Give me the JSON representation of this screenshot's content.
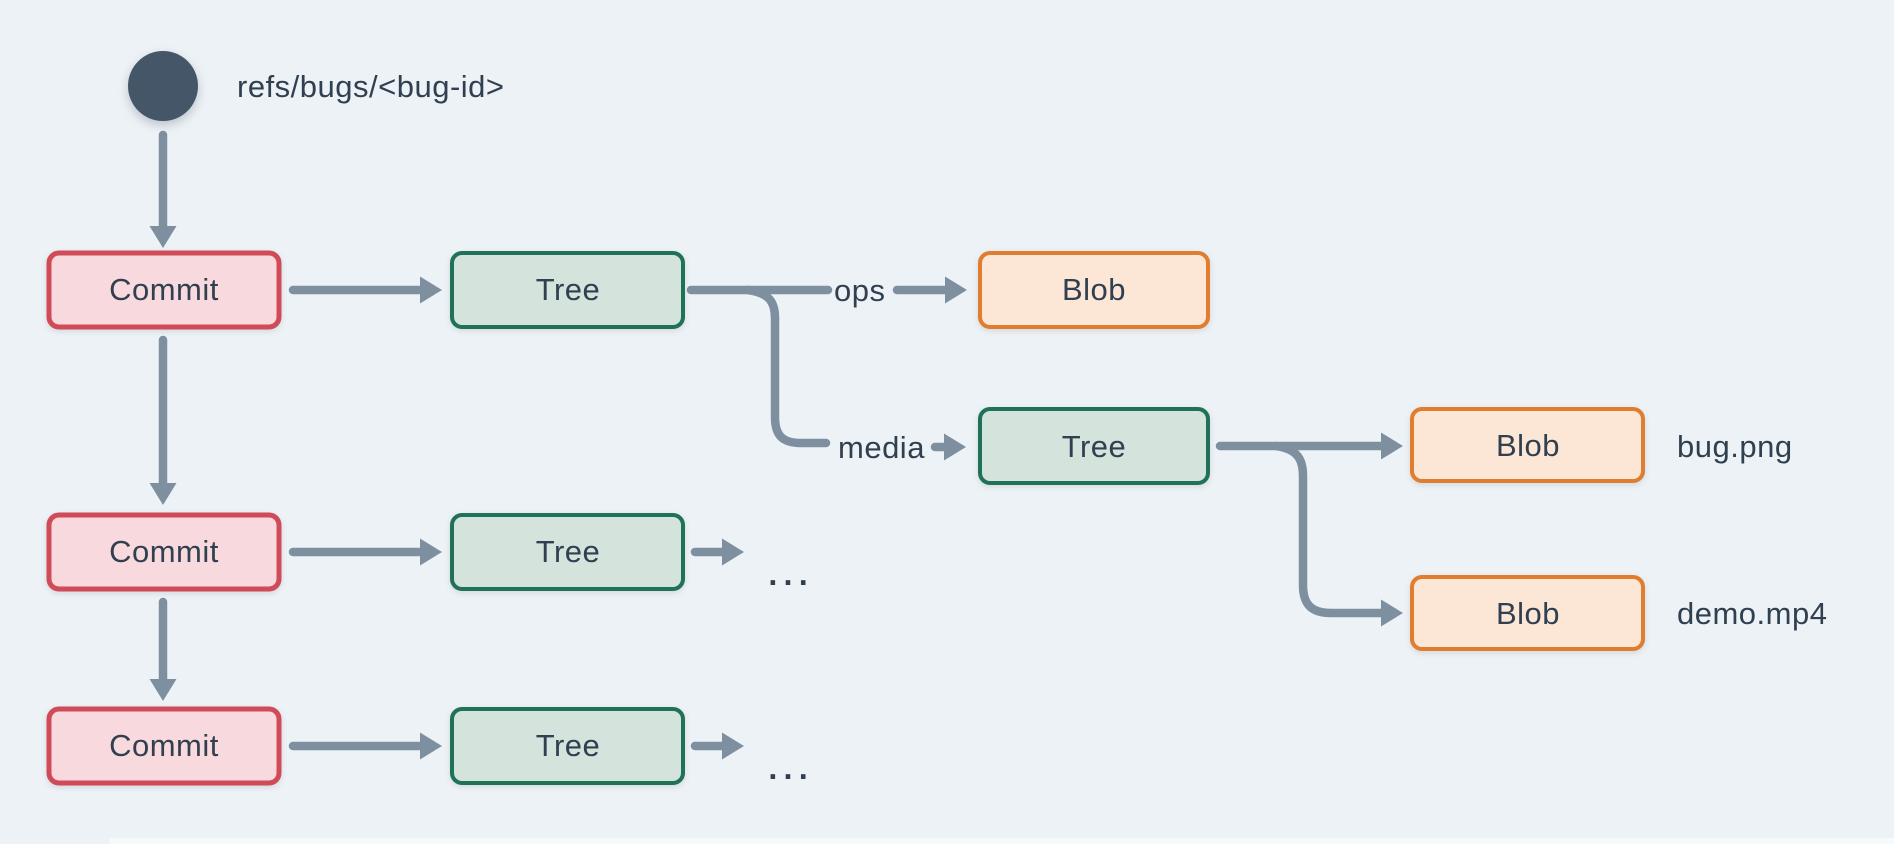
{
  "colors": {
    "background": "#edf2f6",
    "bottom_strip": "#f7fafb",
    "line": "#7e8f9f",
    "ref_node": "#455668",
    "text": "#314050",
    "commit_fill": "#f8d9de",
    "commit_border": "#d04a58",
    "tree_fill": "#d4e3dc",
    "tree_border": "#1f7257",
    "blob_fill": "#fce7d6",
    "blob_border": "#e07d2e"
  },
  "ref": {
    "label": "refs/bugs/<bug-id>"
  },
  "nodes": {
    "commit1": {
      "label": "Commit"
    },
    "commit2": {
      "label": "Commit"
    },
    "commit3": {
      "label": "Commit"
    },
    "tree_root": {
      "label": "Tree"
    },
    "tree_row2": {
      "label": "Tree"
    },
    "tree_row3": {
      "label": "Tree"
    },
    "tree_media": {
      "label": "Tree"
    },
    "blob_ops": {
      "label": "Blob"
    },
    "blob_bug": {
      "label": "Blob"
    },
    "blob_demo": {
      "label": "Blob"
    }
  },
  "edge_labels": {
    "ops": "ops",
    "media": "media"
  },
  "file_labels": {
    "bug": "bug.png",
    "demo": "demo.mp4"
  },
  "ellipsis": {
    "row2": "...",
    "row3": "..."
  }
}
